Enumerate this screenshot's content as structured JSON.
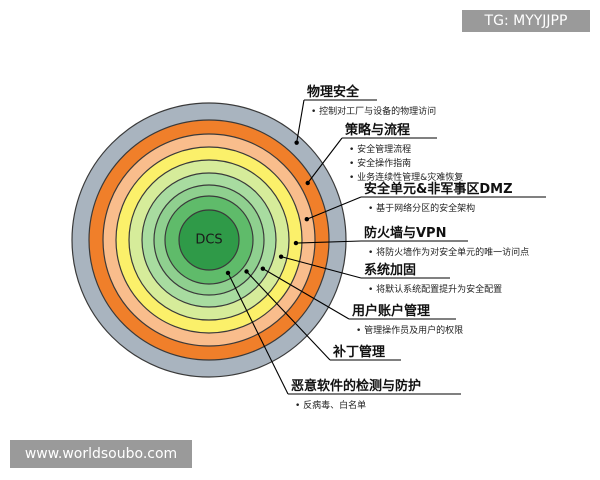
{
  "watermarks": {
    "top_right": "TG: MYYJJPP",
    "bottom_left": "www.worldsoubo.com"
  },
  "center_label": "DCS",
  "layers": [
    {
      "title": "物理安全",
      "bullets": [
        "控制对工厂与设备的物理访问"
      ],
      "color": "#a9b4bf"
    },
    {
      "title": "策略与流程",
      "bullets": [
        "安全管理流程",
        "安全操作指南",
        "业务连续性管理&灾难恢复"
      ],
      "color": "#f07f2a"
    },
    {
      "title": "安全单元&非军事区DMZ",
      "bullets": [
        "基于网络分区的安全架构"
      ],
      "color": "#f9bd8c"
    },
    {
      "title": "防火墙与VPN",
      "bullets": [
        "将防火墙作为对安全单元的唯一访问点"
      ],
      "color": "#fbf06a"
    },
    {
      "title": "系统加固",
      "bullets": [
        "将默认系统配置提升为安全配置"
      ],
      "color": "#d6ec9a"
    },
    {
      "title": "用户账户管理",
      "bullets": [
        "管理操作员及用户的权限"
      ],
      "color": "#a8dca0"
    },
    {
      "title": "补丁管理",
      "bullets": [],
      "color": "#8fd08f"
    },
    {
      "title": "恶意软件的检测与防护",
      "bullets": [
        "反病毒、白名单"
      ],
      "color": "#5fbb6a"
    }
  ],
  "core_color": "#2f9a48"
}
